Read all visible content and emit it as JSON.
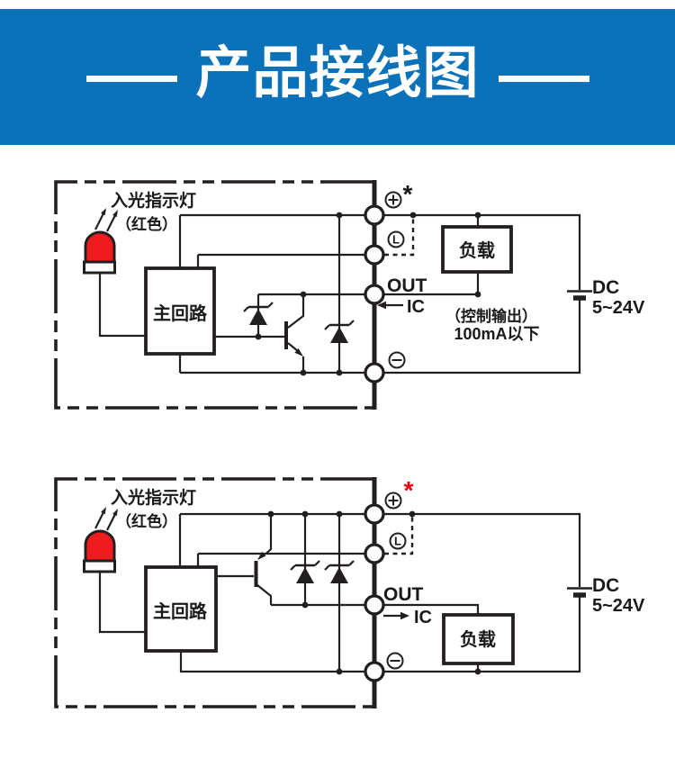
{
  "colors": {
    "header_bg": "#0B72BA",
    "line": "#231F20",
    "led_red": "#EE1C1E",
    "asterisk_red": "#E60014",
    "title_text": "#FFFFFF",
    "background": "#FFFFFF"
  },
  "header": {
    "title": "产品接线图"
  },
  "diagram_top": {
    "indicator_label": "入光指示灯",
    "indicator_color": "（红色）",
    "main_circuit": "主回路",
    "load": "负载",
    "asterisk": "*",
    "terminal_l": "L",
    "out": "OUT",
    "ic": "IC",
    "note_line1": "（控制输出）",
    "note_line2": "100mA以下",
    "dc": "DC",
    "voltage": "5~24V"
  },
  "diagram_bottom": {
    "indicator_label": "入光指示灯",
    "indicator_color": "（红色）",
    "main_circuit": "主回路",
    "load": "负载",
    "asterisk": "*",
    "terminal_l": "L",
    "out": "OUT",
    "ic": "IC",
    "dc": "DC",
    "voltage": "5~24V"
  }
}
